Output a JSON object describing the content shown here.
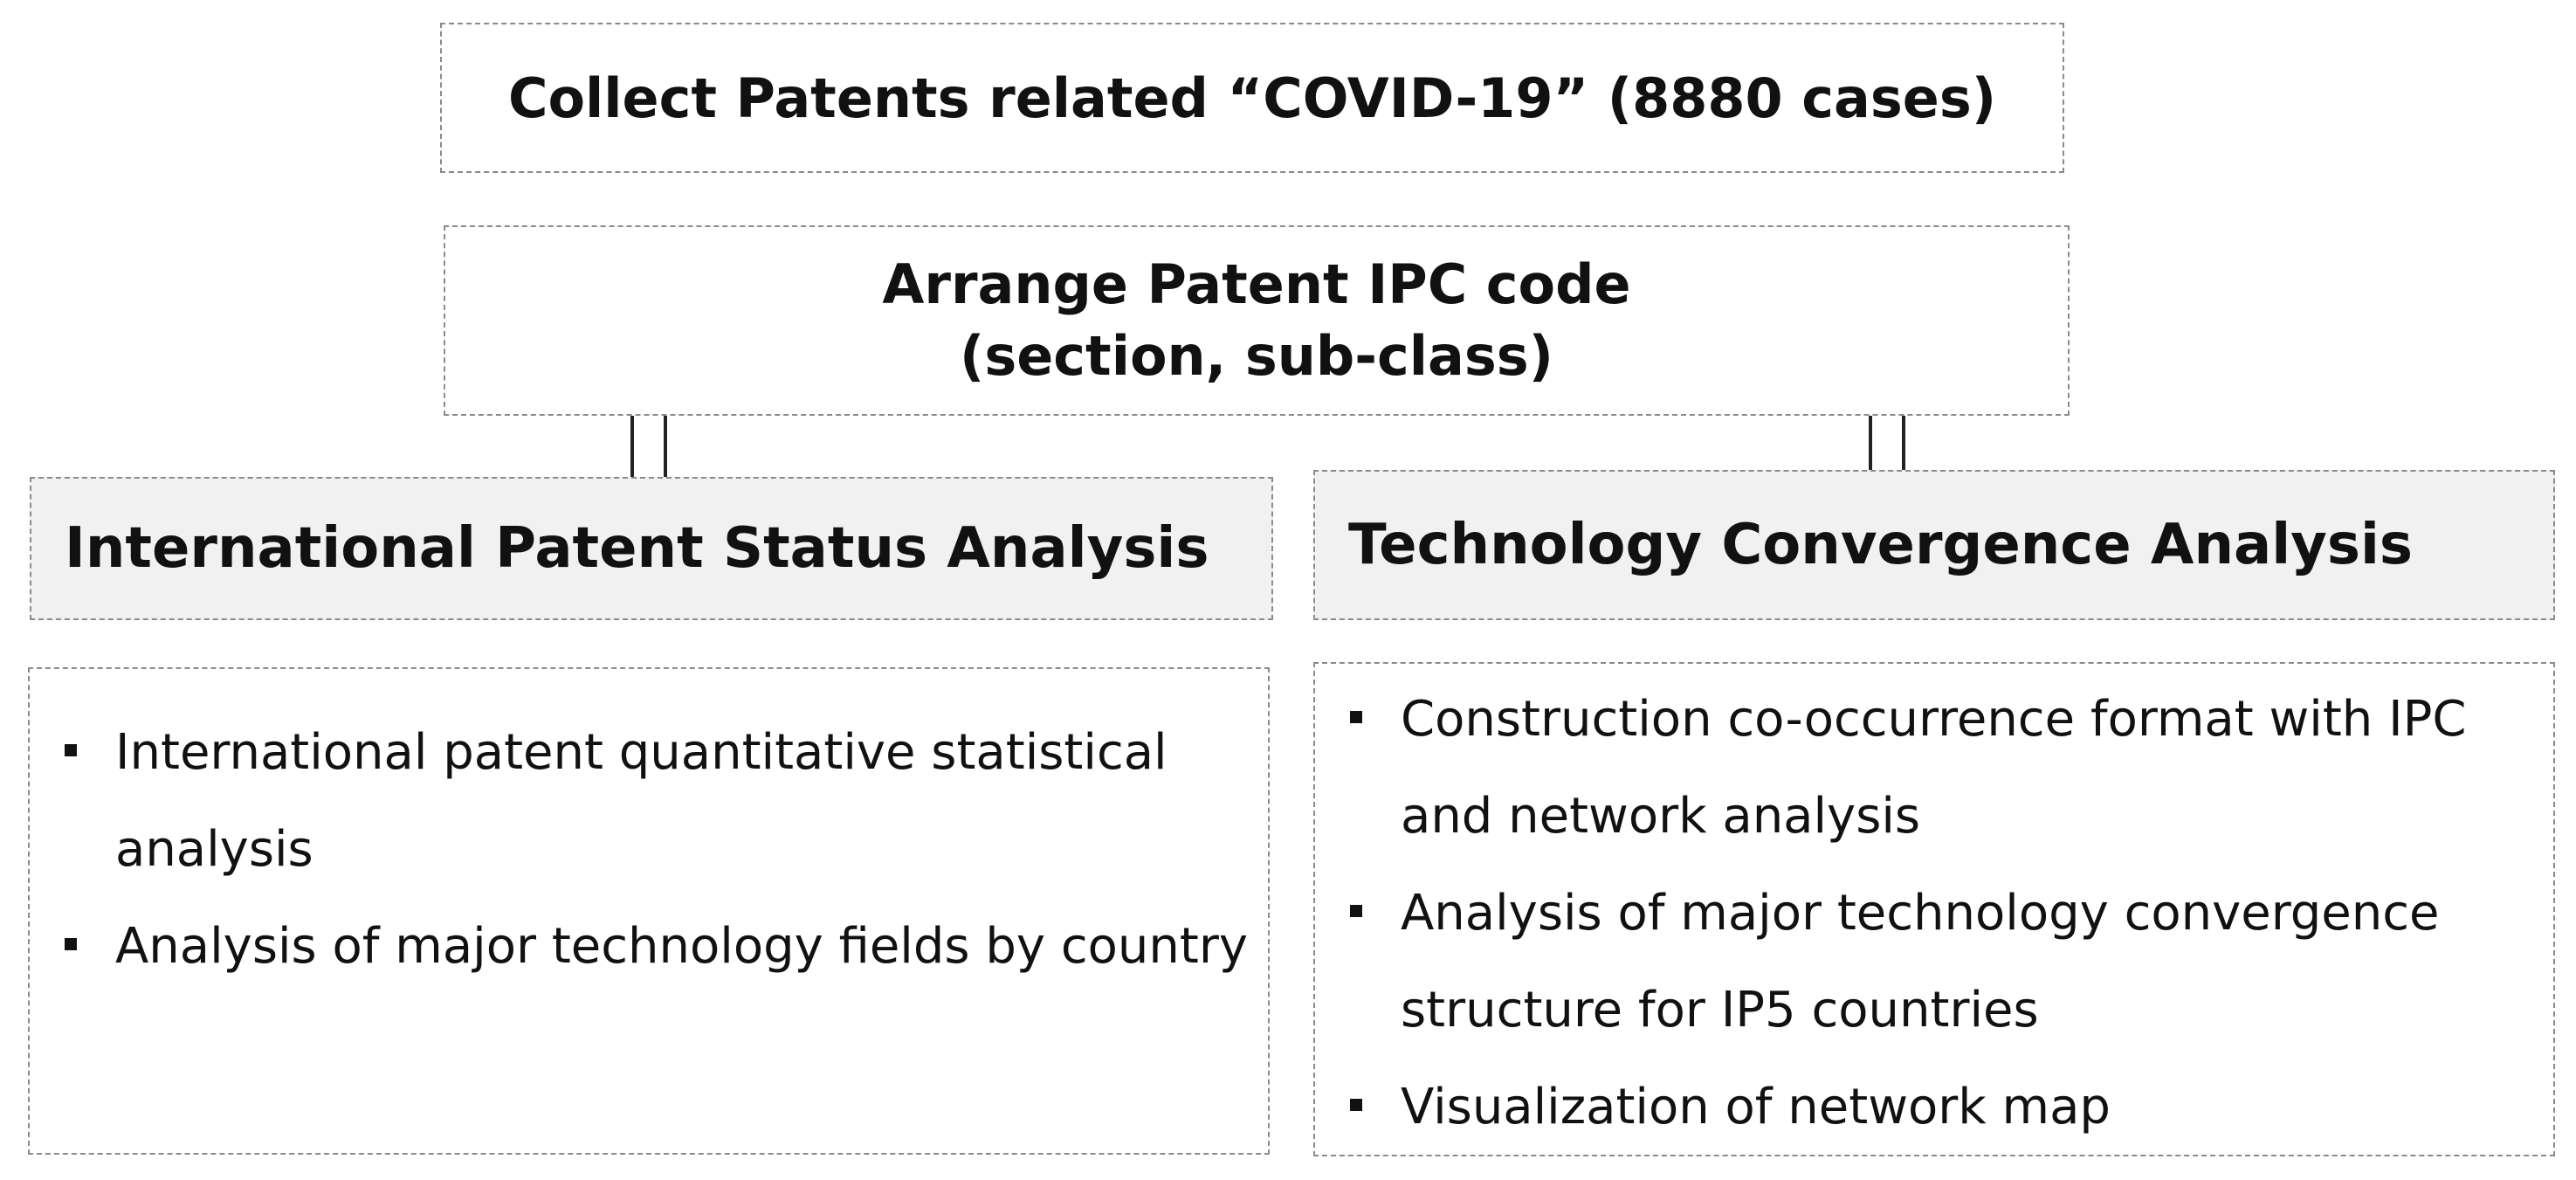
{
  "steps": {
    "collect": "Collect Patents related “COVID-19” (8880 cases)",
    "arrange_line1": "Arrange Patent IPC code",
    "arrange_line2": "(section, sub-class)"
  },
  "branches": {
    "international": {
      "title": "International Patent Status Analysis",
      "items": [
        "International patent quantitative statistical analysis",
        "Analysis of major technology fields by country"
      ]
    },
    "technology": {
      "title": "Technology Convergence Analysis",
      "items": [
        "Construction co-occurrence format with IPC and network analysis",
        "Analysis of major technology convergence structure for IP5 countries",
        "Visualization of network map"
      ]
    }
  },
  "colors": {
    "header_fill": "#f1f1f1",
    "border": "#8a8a8a",
    "text": "#111111"
  }
}
